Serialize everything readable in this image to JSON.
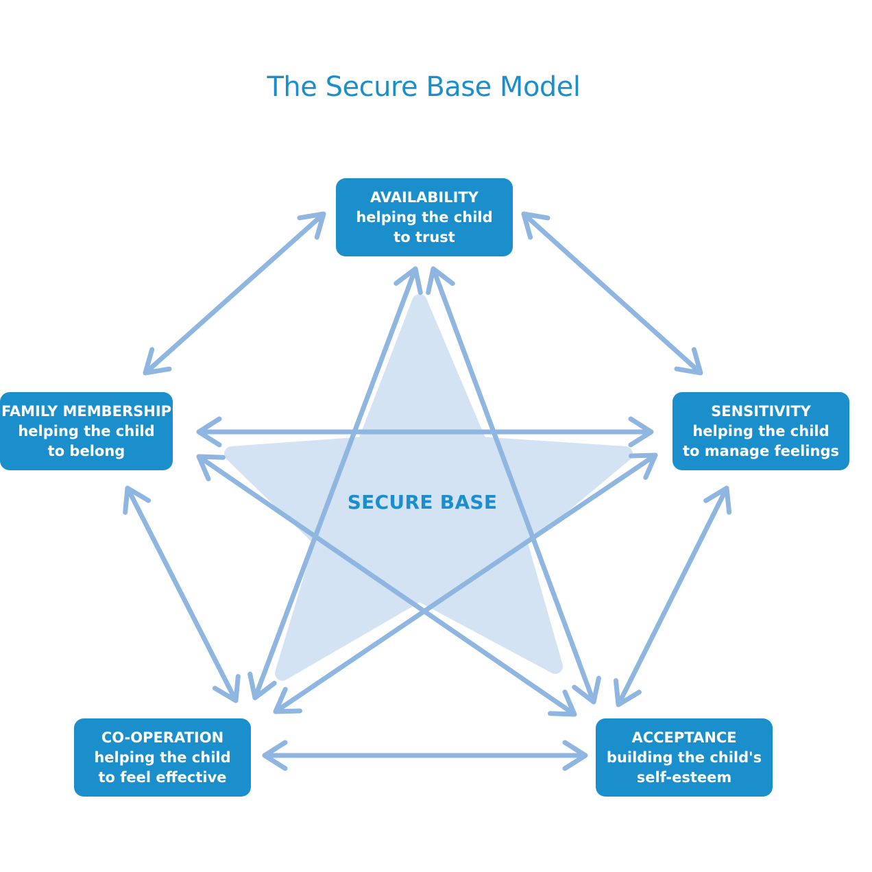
{
  "title": "The Secure Base Model",
  "center_label": "SECURE BASE",
  "nodes": {
    "availability": {
      "heading": "AVAILABILITY",
      "line1": "helping the child",
      "line2": "to trust"
    },
    "sensitivity": {
      "heading": "SENSITIVITY",
      "line1": "helping the child",
      "line2": "to manage feelings"
    },
    "acceptance": {
      "heading": "ACCEPTANCE",
      "line1": "building the child's",
      "line2": "self-esteem"
    },
    "cooperation": {
      "heading": "CO-OPERATION",
      "line1": "helping the child",
      "line2": "to feel effective"
    },
    "family": {
      "heading": "FAMILY MEMBERSHIP",
      "line1": "helping the child",
      "line2": "to belong"
    }
  },
  "colors": {
    "node_fill": "#1b8fcc",
    "arrow": "#8fb6e0",
    "star_fill": "#d3e3f4",
    "title": "#1b8fcc"
  }
}
